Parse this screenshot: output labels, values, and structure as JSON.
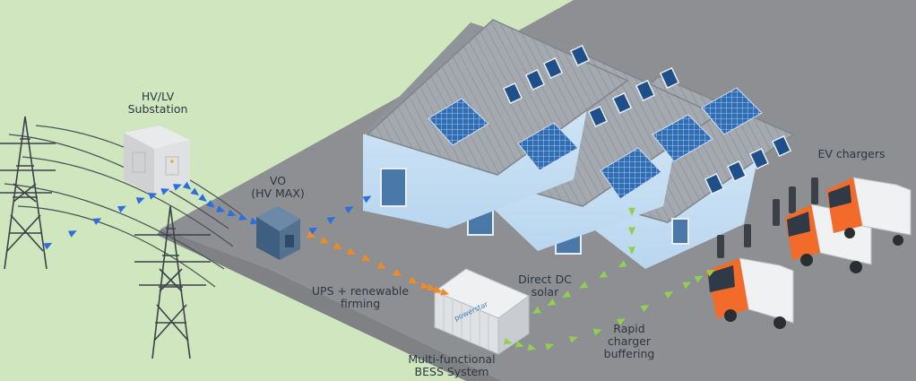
{
  "colors": {
    "background": "#cfe6bf",
    "ground": "#8d8f92",
    "roof": "#9da3a8",
    "wall": "#cbe2f4",
    "hv_arrows": "#2a6fdb",
    "ups_arrows": "#f08a24",
    "dc_arrows": "#8fd14f",
    "truck_cab": "#f26b2a",
    "solar": "#2f6db5"
  },
  "labels": {
    "substation_line1": "HV/LV",
    "substation_line2": "Substation",
    "vo_line1": "VO",
    "vo_line2": "(HV MAX)",
    "ups_line1": "UPS + renewable",
    "ups_line2": "firming",
    "direct_dc_line1": "Direct DC",
    "direct_dc_line2": "solar",
    "bess_line1": "Multi-functional",
    "bess_line2": "BESS System",
    "rapid_line1": "Rapid",
    "rapid_line2": "charger",
    "rapid_line3": "buffering",
    "ev_chargers": "EV chargers"
  },
  "bess_brand": "powerstar"
}
